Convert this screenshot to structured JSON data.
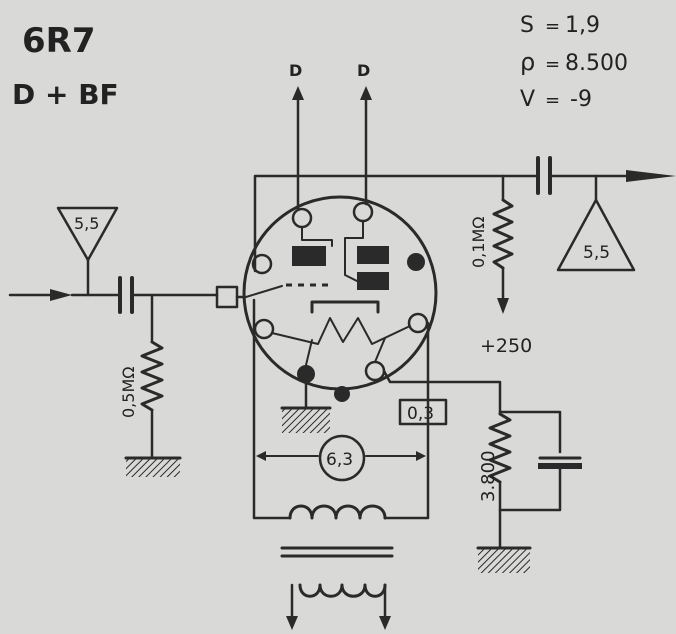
{
  "tube": {
    "type": "6R7",
    "function": "D + BF"
  },
  "specs": [
    {
      "symbol": "S",
      "value": "1,9"
    },
    {
      "symbol": "ρ",
      "value": "8.500"
    },
    {
      "symbol": "V",
      "value": "-9"
    }
  ],
  "diodes": [
    "D",
    "D"
  ],
  "input_level": "5,5",
  "output_level": "5,5",
  "grid_resistor": "0,5MΩ",
  "plate_resistor": "0,1MΩ",
  "plate_supply": "+250",
  "cathode_resistor": "3.800",
  "dial_lamp": "0,3",
  "heater_voltage": "6,3"
}
